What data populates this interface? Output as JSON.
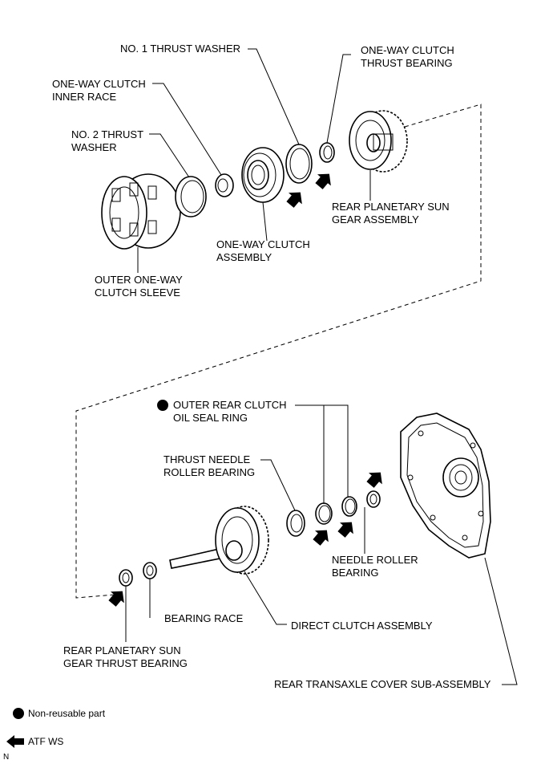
{
  "labels": {
    "no1_thrust_washer": [
      "NO. 1 THRUST WASHER"
    ],
    "owc_thrust_bearing": [
      "ONE-WAY CLUTCH",
      "THRUST BEARING"
    ],
    "owc_inner_race": [
      "ONE-WAY CLUTCH",
      "INNER RACE"
    ],
    "no2_thrust_washer": [
      "NO. 2 THRUST",
      "WASHER"
    ],
    "rear_planetary_sun_gear": [
      "REAR PLANETARY SUN",
      "GEAR ASSEMBLY"
    ],
    "owc_assembly": [
      "ONE-WAY CLUTCH",
      "ASSEMBLY"
    ],
    "outer_owc_sleeve": [
      "OUTER ONE-WAY",
      "CLUTCH SLEEVE"
    ],
    "outer_rear_clutch_seal": [
      "OUTER REAR CLUTCH",
      "OIL SEAL RING"
    ],
    "thrust_needle_roller_bearing": [
      "THRUST NEEDLE",
      "ROLLER BEARING"
    ],
    "needle_roller_bearing": [
      "NEEDLE ROLLER",
      "BEARING"
    ],
    "bearing_race": [
      "BEARING RACE"
    ],
    "direct_clutch_assembly": [
      "DIRECT CLUTCH ASSEMBLY"
    ],
    "rear_sun_gear_thrust_bearing": [
      "REAR PLANETARY SUN",
      "GEAR THRUST BEARING"
    ],
    "rear_transaxle_cover": [
      "REAR TRANSAXLE COVER SUB-ASSEMBLY"
    ]
  },
  "legend": {
    "non_reusable": "Non-reusable part",
    "atf": "ATF WS"
  },
  "corner_mark": "N"
}
